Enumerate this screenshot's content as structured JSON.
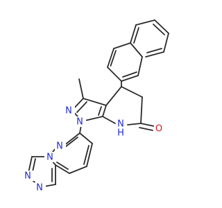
{
  "molecule": {
    "atoms": {
      "n_pyrazole_upper": "N",
      "n_pyrazole_lower": "N",
      "nh_amide": "N",
      "h_amide": "H",
      "o_carbonyl": "O",
      "n_pyridazine": "N",
      "n_triazole_bridge": "N",
      "n_triazole_1": "N",
      "n_triazole_2": "N"
    },
    "colors": {
      "nitrogen": "#1f2bd6",
      "oxygen": "#e0141e",
      "carbon": "#2a2a2a"
    }
  }
}
